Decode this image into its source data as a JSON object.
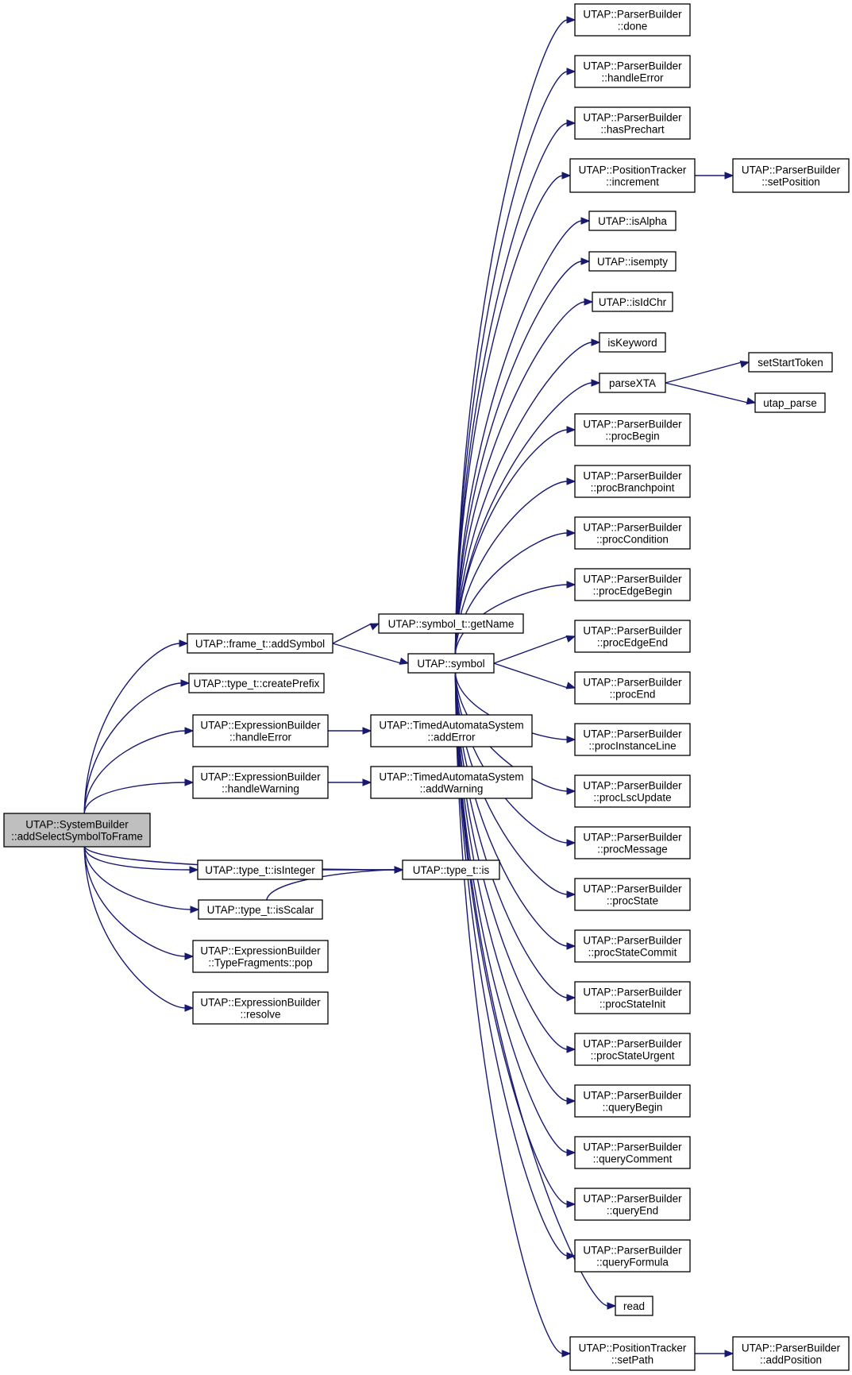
{
  "graph": {
    "root": "addSelectSymbolToFrame",
    "nodes": [
      {
        "id": "addSelectSymbolToFrame",
        "lines": [
          "UTAP::SystemBuilder",
          "::addSelectSymbolToFrame"
        ],
        "highlight": true
      },
      {
        "id": "addSymbol",
        "lines": [
          "UTAP::frame_t::addSymbol"
        ]
      },
      {
        "id": "createPrefix",
        "lines": [
          "UTAP::type_t::createPrefix"
        ]
      },
      {
        "id": "ebHandleError",
        "lines": [
          "UTAP::ExpressionBuilder",
          "::handleError"
        ]
      },
      {
        "id": "ebHandleWarning",
        "lines": [
          "UTAP::ExpressionBuilder",
          "::handleWarning"
        ]
      },
      {
        "id": "isInteger",
        "lines": [
          "UTAP::type_t::isInteger"
        ]
      },
      {
        "id": "isScalar",
        "lines": [
          "UTAP::type_t::isScalar"
        ]
      },
      {
        "id": "pop",
        "lines": [
          "UTAP::ExpressionBuilder",
          "::TypeFragments::pop"
        ]
      },
      {
        "id": "resolve",
        "lines": [
          "UTAP::ExpressionBuilder",
          "::resolve"
        ]
      },
      {
        "id": "getName",
        "lines": [
          "UTAP::symbol_t::getName"
        ]
      },
      {
        "id": "symbol",
        "lines": [
          "UTAP::symbol"
        ]
      },
      {
        "id": "addError",
        "lines": [
          "UTAP::TimedAutomataSystem",
          "::addError"
        ]
      },
      {
        "id": "addWarning",
        "lines": [
          "UTAP::TimedAutomataSystem",
          "::addWarning"
        ]
      },
      {
        "id": "is",
        "lines": [
          "UTAP::type_t::is"
        ]
      },
      {
        "id": "done",
        "lines": [
          "UTAP::ParserBuilder",
          "::done"
        ]
      },
      {
        "id": "pbHandleError",
        "lines": [
          "UTAP::ParserBuilder",
          "::handleError"
        ]
      },
      {
        "id": "hasPrechart",
        "lines": [
          "UTAP::ParserBuilder",
          "::hasPrechart"
        ]
      },
      {
        "id": "increment",
        "lines": [
          "UTAP::PositionTracker",
          "::increment"
        ]
      },
      {
        "id": "isAlpha",
        "lines": [
          "UTAP::isAlpha"
        ]
      },
      {
        "id": "isempty",
        "lines": [
          "UTAP::isempty"
        ]
      },
      {
        "id": "isIdChr",
        "lines": [
          "UTAP::isIdChr"
        ]
      },
      {
        "id": "isKeyword",
        "lines": [
          "isKeyword"
        ]
      },
      {
        "id": "parseXTA",
        "lines": [
          "parseXTA"
        ]
      },
      {
        "id": "procBegin",
        "lines": [
          "UTAP::ParserBuilder",
          "::procBegin"
        ]
      },
      {
        "id": "procBranchpoint",
        "lines": [
          "UTAP::ParserBuilder",
          "::procBranchpoint"
        ]
      },
      {
        "id": "procCondition",
        "lines": [
          "UTAP::ParserBuilder",
          "::procCondition"
        ]
      },
      {
        "id": "procEdgeBegin",
        "lines": [
          "UTAP::ParserBuilder",
          "::procEdgeBegin"
        ]
      },
      {
        "id": "procEdgeEnd",
        "lines": [
          "UTAP::ParserBuilder",
          "::procEdgeEnd"
        ]
      },
      {
        "id": "procEnd",
        "lines": [
          "UTAP::ParserBuilder",
          "::procEnd"
        ]
      },
      {
        "id": "procInstanceLine",
        "lines": [
          "UTAP::ParserBuilder",
          "::procInstanceLine"
        ]
      },
      {
        "id": "procLscUpdate",
        "lines": [
          "UTAP::ParserBuilder",
          "::procLscUpdate"
        ]
      },
      {
        "id": "procMessage",
        "lines": [
          "UTAP::ParserBuilder",
          "::procMessage"
        ]
      },
      {
        "id": "procState",
        "lines": [
          "UTAP::ParserBuilder",
          "::procState"
        ]
      },
      {
        "id": "procStateCommit",
        "lines": [
          "UTAP::ParserBuilder",
          "::procStateCommit"
        ]
      },
      {
        "id": "procStateInit",
        "lines": [
          "UTAP::ParserBuilder",
          "::procStateInit"
        ]
      },
      {
        "id": "procStateUrgent",
        "lines": [
          "UTAP::ParserBuilder",
          "::procStateUrgent"
        ]
      },
      {
        "id": "queryBegin",
        "lines": [
          "UTAP::ParserBuilder",
          "::queryBegin"
        ]
      },
      {
        "id": "queryComment",
        "lines": [
          "UTAP::ParserBuilder",
          "::queryComment"
        ]
      },
      {
        "id": "queryEnd",
        "lines": [
          "UTAP::ParserBuilder",
          "::queryEnd"
        ]
      },
      {
        "id": "queryFormula",
        "lines": [
          "UTAP::ParserBuilder",
          "::queryFormula"
        ]
      },
      {
        "id": "read",
        "lines": [
          "read"
        ]
      },
      {
        "id": "setPath",
        "lines": [
          "UTAP::PositionTracker",
          "::setPath"
        ]
      },
      {
        "id": "setPosition",
        "lines": [
          "UTAP::ParserBuilder",
          "::setPosition"
        ]
      },
      {
        "id": "setStartToken",
        "lines": [
          "setStartToken"
        ]
      },
      {
        "id": "utap_parse",
        "lines": [
          "utap_parse"
        ]
      },
      {
        "id": "addPosition",
        "lines": [
          "UTAP::ParserBuilder",
          "::addPosition"
        ]
      }
    ],
    "edges": [
      [
        "addSelectSymbolToFrame",
        "addSymbol"
      ],
      [
        "addSelectSymbolToFrame",
        "createPrefix"
      ],
      [
        "addSelectSymbolToFrame",
        "ebHandleError"
      ],
      [
        "addSelectSymbolToFrame",
        "ebHandleWarning"
      ],
      [
        "addSelectSymbolToFrame",
        "is"
      ],
      [
        "addSelectSymbolToFrame",
        "isInteger"
      ],
      [
        "addSelectSymbolToFrame",
        "isScalar"
      ],
      [
        "addSelectSymbolToFrame",
        "pop"
      ],
      [
        "addSelectSymbolToFrame",
        "resolve"
      ],
      [
        "addSymbol",
        "getName"
      ],
      [
        "addSymbol",
        "symbol"
      ],
      [
        "ebHandleError",
        "addError"
      ],
      [
        "ebHandleWarning",
        "addWarning"
      ],
      [
        "isInteger",
        "is"
      ],
      [
        "isScalar",
        "is"
      ],
      [
        "symbol",
        "done"
      ],
      [
        "symbol",
        "pbHandleError"
      ],
      [
        "symbol",
        "hasPrechart"
      ],
      [
        "symbol",
        "increment"
      ],
      [
        "symbol",
        "isAlpha"
      ],
      [
        "symbol",
        "isempty"
      ],
      [
        "symbol",
        "isIdChr"
      ],
      [
        "symbol",
        "isKeyword"
      ],
      [
        "symbol",
        "parseXTA"
      ],
      [
        "symbol",
        "procBegin"
      ],
      [
        "symbol",
        "procBranchpoint"
      ],
      [
        "symbol",
        "procCondition"
      ],
      [
        "symbol",
        "procEdgeBegin"
      ],
      [
        "symbol",
        "procEdgeEnd"
      ],
      [
        "symbol",
        "procEnd"
      ],
      [
        "symbol",
        "procInstanceLine"
      ],
      [
        "symbol",
        "procLscUpdate"
      ],
      [
        "symbol",
        "procMessage"
      ],
      [
        "symbol",
        "procState"
      ],
      [
        "symbol",
        "procStateCommit"
      ],
      [
        "symbol",
        "procStateInit"
      ],
      [
        "symbol",
        "procStateUrgent"
      ],
      [
        "symbol",
        "queryBegin"
      ],
      [
        "symbol",
        "queryComment"
      ],
      [
        "symbol",
        "queryEnd"
      ],
      [
        "symbol",
        "queryFormula"
      ],
      [
        "symbol",
        "read"
      ],
      [
        "symbol",
        "setPath"
      ],
      [
        "increment",
        "setPosition"
      ],
      [
        "parseXTA",
        "setStartToken"
      ],
      [
        "parseXTA",
        "utap_parse"
      ],
      [
        "setPath",
        "addPosition"
      ]
    ]
  }
}
